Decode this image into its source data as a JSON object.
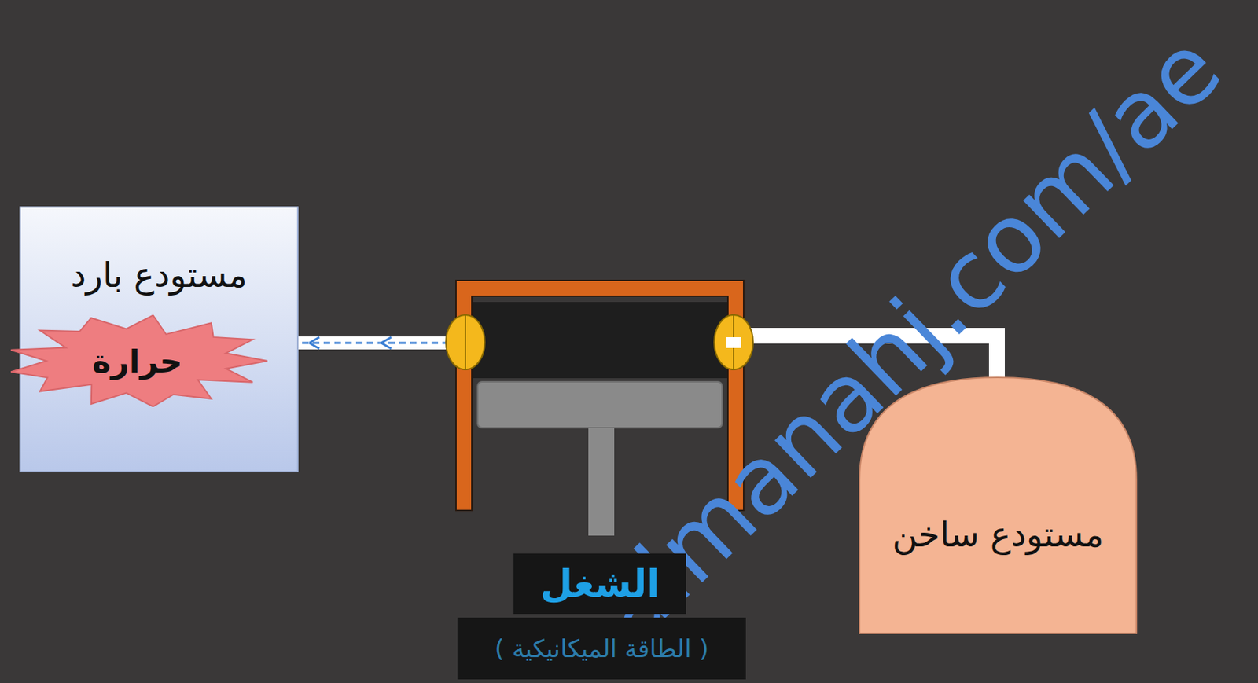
{
  "diagram": {
    "nodes": [
      {
        "text": [
          "مستودع بارد"
        ]
      },
      {
        "text": [
          "حرارة"
        ]
      },
      {
        "text": [
          "مستودع ساخن"
        ]
      },
      {
        "text": [
          "الشغل"
        ]
      },
      {
        "text": [
          "( الطاقة الميكانيكية )"
        ]
      }
    ],
    "labels": [
      "almanahj.com/ae"
    ]
  }
}
